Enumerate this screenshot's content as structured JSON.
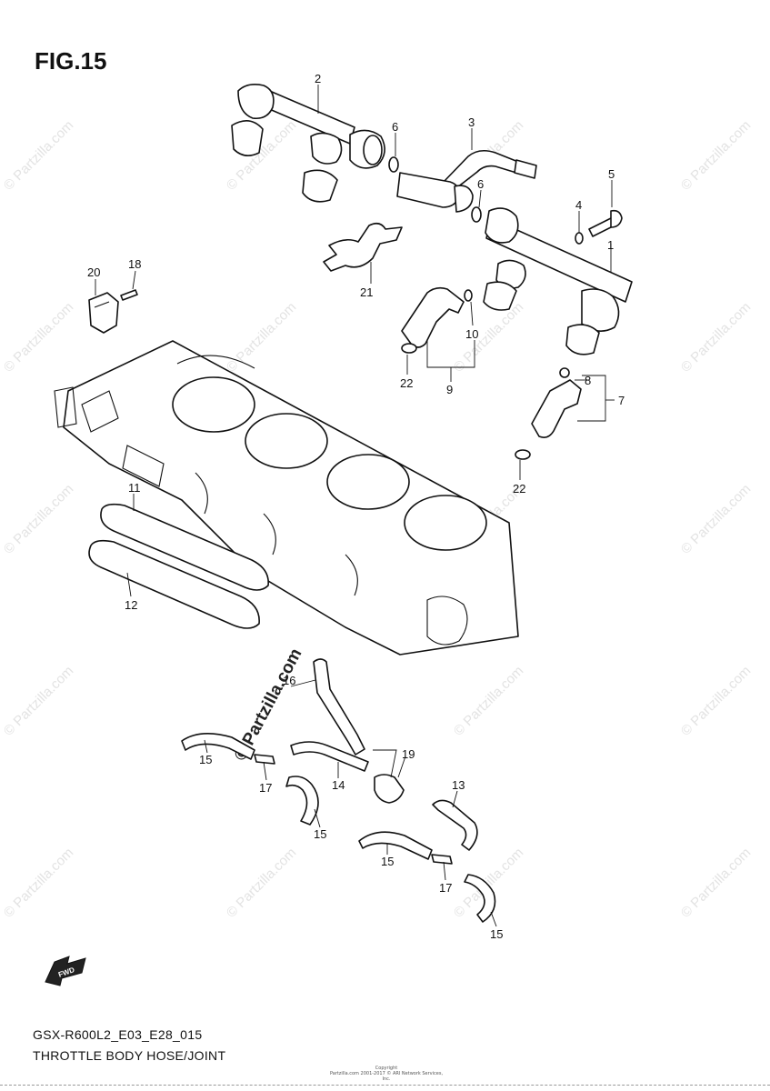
{
  "figure": {
    "title": "FIG.15"
  },
  "footer": {
    "model_code": "GSX-R600L2_E03_E28_015",
    "section_title": "THROTTLE BODY HOSE/JOINT"
  },
  "copyright": {
    "line1": "Copyright",
    "line2": "Partzilla.com 2001-2017 © ARI Network Services, Inc."
  },
  "watermark": {
    "text": "© Partzilla.com"
  },
  "fwd_label": "FWD",
  "callouts": [
    {
      "id": "c1",
      "label": "1"
    },
    {
      "id": "c2",
      "label": "2"
    },
    {
      "id": "c3",
      "label": "3"
    },
    {
      "id": "c4",
      "label": "4"
    },
    {
      "id": "c5",
      "label": "5"
    },
    {
      "id": "c6a",
      "label": "6"
    },
    {
      "id": "c6b",
      "label": "6"
    },
    {
      "id": "c7",
      "label": "7"
    },
    {
      "id": "c8",
      "label": "8"
    },
    {
      "id": "c9",
      "label": "9"
    },
    {
      "id": "c10",
      "label": "10"
    },
    {
      "id": "c11",
      "label": "11"
    },
    {
      "id": "c12",
      "label": "12"
    },
    {
      "id": "c13",
      "label": "13"
    },
    {
      "id": "c14",
      "label": "14"
    },
    {
      "id": "c15a",
      "label": "15"
    },
    {
      "id": "c15b",
      "label": "15"
    },
    {
      "id": "c15c",
      "label": "15"
    },
    {
      "id": "c15d",
      "label": "15"
    },
    {
      "id": "c16",
      "label": "16"
    },
    {
      "id": "c17a",
      "label": "17"
    },
    {
      "id": "c17b",
      "label": "17"
    },
    {
      "id": "c18",
      "label": "18"
    },
    {
      "id": "c19",
      "label": "19"
    },
    {
      "id": "c20",
      "label": "20"
    },
    {
      "id": "c21",
      "label": "21"
    },
    {
      "id": "c22a",
      "label": "22"
    },
    {
      "id": "c22b",
      "label": "22"
    }
  ]
}
